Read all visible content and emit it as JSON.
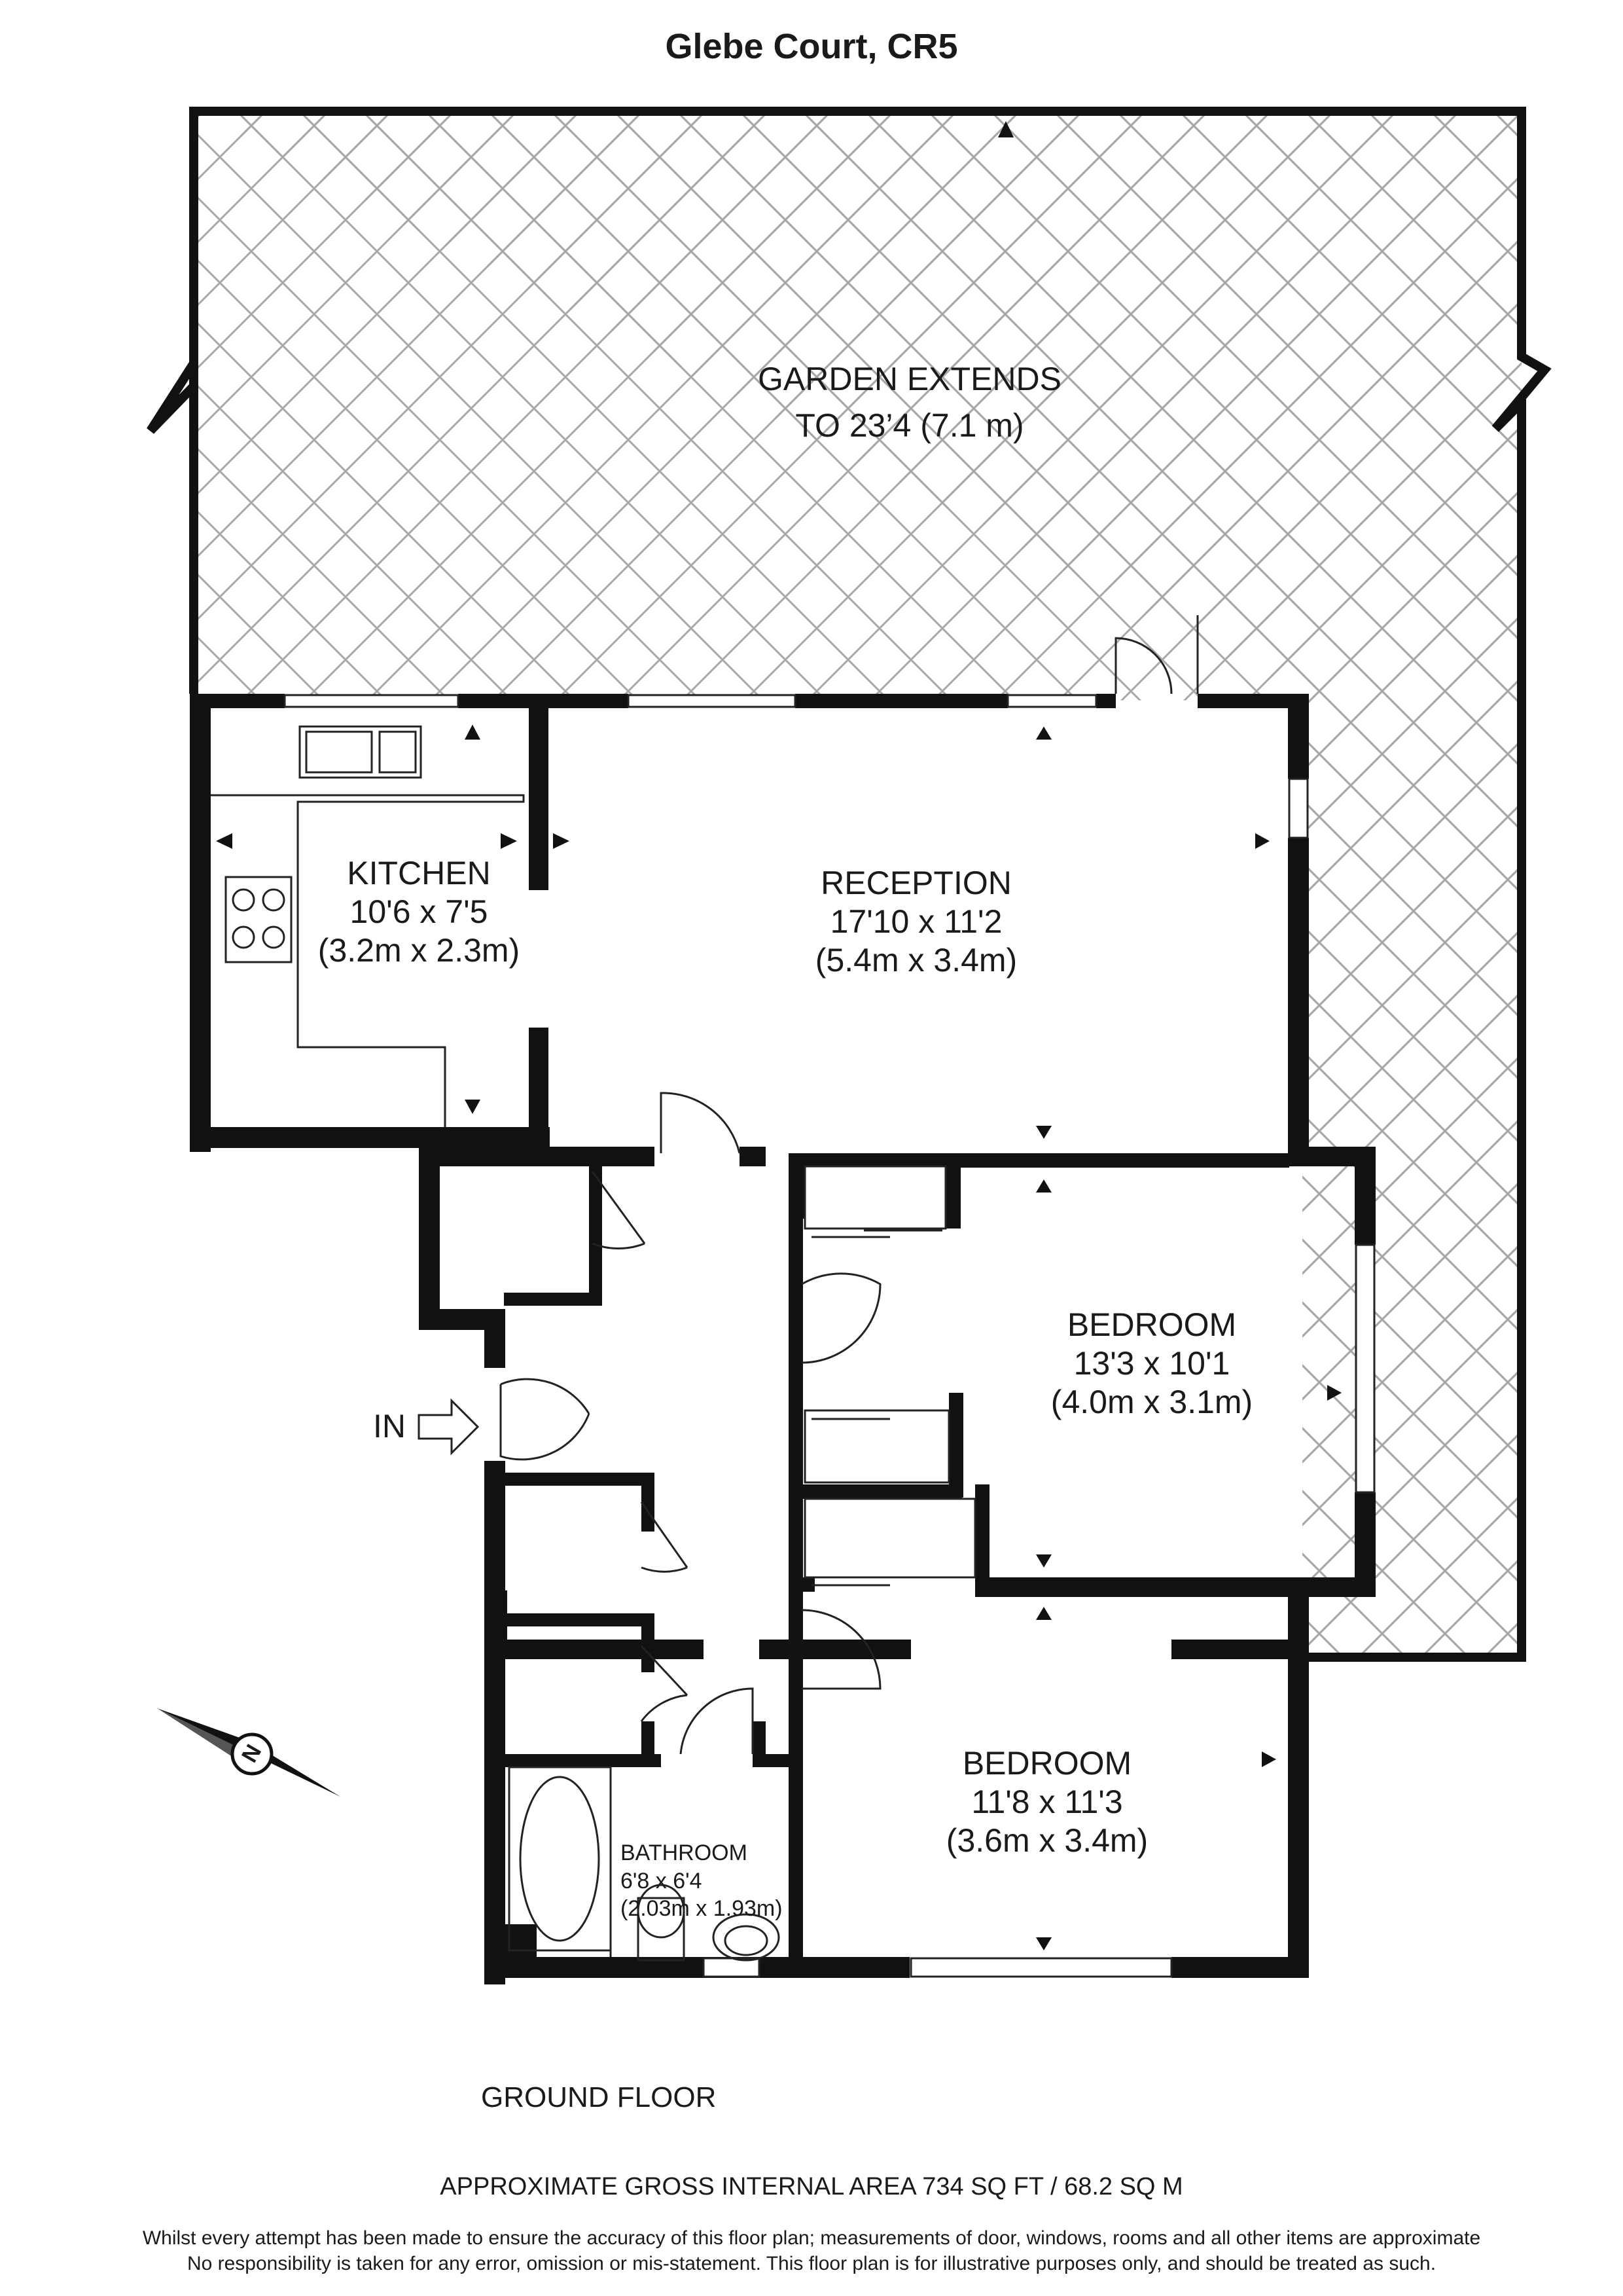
{
  "title": "Glebe Court, CR5",
  "garden": {
    "line1": "GARDEN EXTENDS",
    "line2": "TO 23’4 (7.1 m)"
  },
  "rooms": {
    "kitchen": {
      "name": "KITCHEN",
      "size_imperial": "10'6 x 7'5",
      "size_metric": "(3.2m x 2.3m)"
    },
    "reception": {
      "name": "RECEPTION",
      "size_imperial": "17'10 x 11'2",
      "size_metric": "(5.4m x 3.4m)"
    },
    "bedroom1": {
      "name": "BEDROOM",
      "size_imperial": "13'3 x 10'1",
      "size_metric": "(4.0m x 3.1m)"
    },
    "bedroom2": {
      "name": "BEDROOM",
      "size_imperial": "11'8 x 11'3",
      "size_metric": "(3.6m x 3.4m)"
    },
    "bathroom": {
      "name": "BATHROOM",
      "size_imperial": "6'8 x 6'4",
      "size_metric": "(2.03m x 1.93m)"
    }
  },
  "entrance_label": "IN",
  "compass_letter": "N",
  "floor_label": "GROUND FLOOR",
  "area": "APPROXIMATE GROSS INTERNAL AREA 734 SQ FT / 68.2 SQ M",
  "disclaimer": {
    "line1": "Whilst every attempt has been made to ensure the accuracy of this floor plan; measurements of door, windows, rooms and all other items are approximate",
    "line2": "No responsibility is taken for any error, omission or mis-statement. This floor plan is for illustrative purposes only, and should be treated as such."
  },
  "colors": {
    "wall": "#111111",
    "line": "#222222",
    "hatch": "#a8a8a8",
    "background": "#ffffff"
  }
}
